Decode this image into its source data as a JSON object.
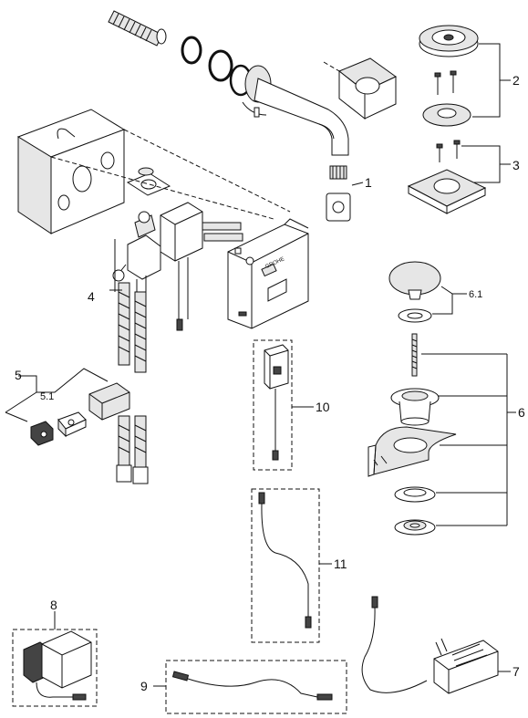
{
  "labels": {
    "p1": "1",
    "p2": "2",
    "p3": "3",
    "p4": "4",
    "p5": "5",
    "p5_1": "5.1",
    "p6": "6",
    "p6_1": "6.1",
    "p7": "7",
    "p8": "8",
    "p9": "9",
    "p10": "10",
    "p11": "11"
  },
  "brand_mark": "GROHE"
}
